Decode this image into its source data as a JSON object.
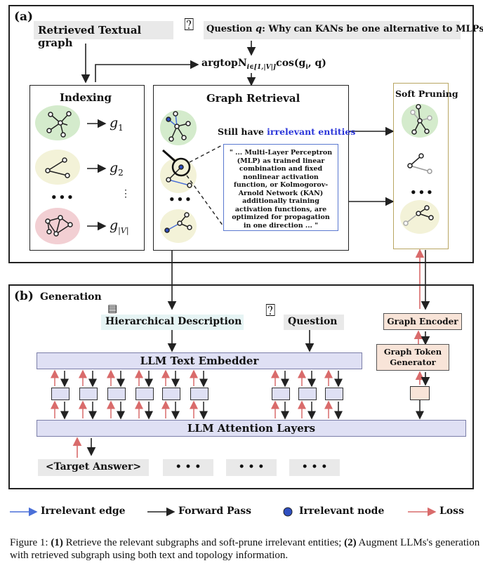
{
  "panel_a": {
    "tag": "(a)",
    "retrieved_graph": "Retrieved Textual graph",
    "question_prefix": "Question ",
    "question_var": "q",
    "question_text": ": Why can KANs be one alternative to MLPs?",
    "argtop_formula": "argtopN",
    "argtop_sub": "i∈[1,|V|]",
    "argtop_cos": "cos(g",
    "argtop_cos_sub": "i",
    "argtop_tail": ", q)",
    "indexing_title": "Indexing",
    "g_labels": [
      "g",
      "g",
      "g"
    ],
    "g_subs": [
      "1",
      "2",
      "|V|"
    ],
    "dots": "•••",
    "vdots": "⋮",
    "graph_retrieval_title": "Graph Retrieval",
    "still_have": "Still have ",
    "irrelevant_entities": "irrelevant entities",
    "quote": "\" ... Multi-Layer Perceptron (MLP) as trained linear combination and fixed nonlinear activation function, or Kolmogorov-Arnold Network (KAN) additionally training activation functions, are optimized for propagation in one direction ... \"",
    "soft_pruning_title": "Soft Pruning"
  },
  "panel_b": {
    "tag": "(b)",
    "title": "Generation",
    "hier_desc": "Hierarchical Description",
    "question": "Question",
    "graph_encoder": "Graph Encoder",
    "graph_token_generator": "Graph Token Generator",
    "text_embedder": "LLM Text Embedder",
    "attention_layers": "LLM Attention Layers",
    "target_answer": "<Target Answer>",
    "answer_dots": [
      "• • •",
      "• • •",
      "• • •"
    ]
  },
  "legend": {
    "irrelevant_edge": "Irrelevant edge",
    "forward_pass": "Forward Pass",
    "irrelevant_node": "Irrelevant node",
    "loss": "Loss"
  },
  "colors": {
    "green_blob": "#d4ebcc",
    "yellow_blob": "#f3f2d8",
    "pink_blob": "#f2cfd3",
    "blue": "#4a6fd8",
    "red": "#d96b6b",
    "purple_bar": "#dfe0f4",
    "peach": "#f8e4d8",
    "irrelevant_blue_text": "#2b36d9"
  },
  "caption": {
    "fig": "Figure 1: ",
    "b1": "(1)",
    "t1": " Retrieve the relevant subgraphs and soft-prune irrelevant entities; ",
    "b2": "(2)",
    "t2": " Augment LLMs's generation with retrieved subgraph using both text and topology information."
  }
}
